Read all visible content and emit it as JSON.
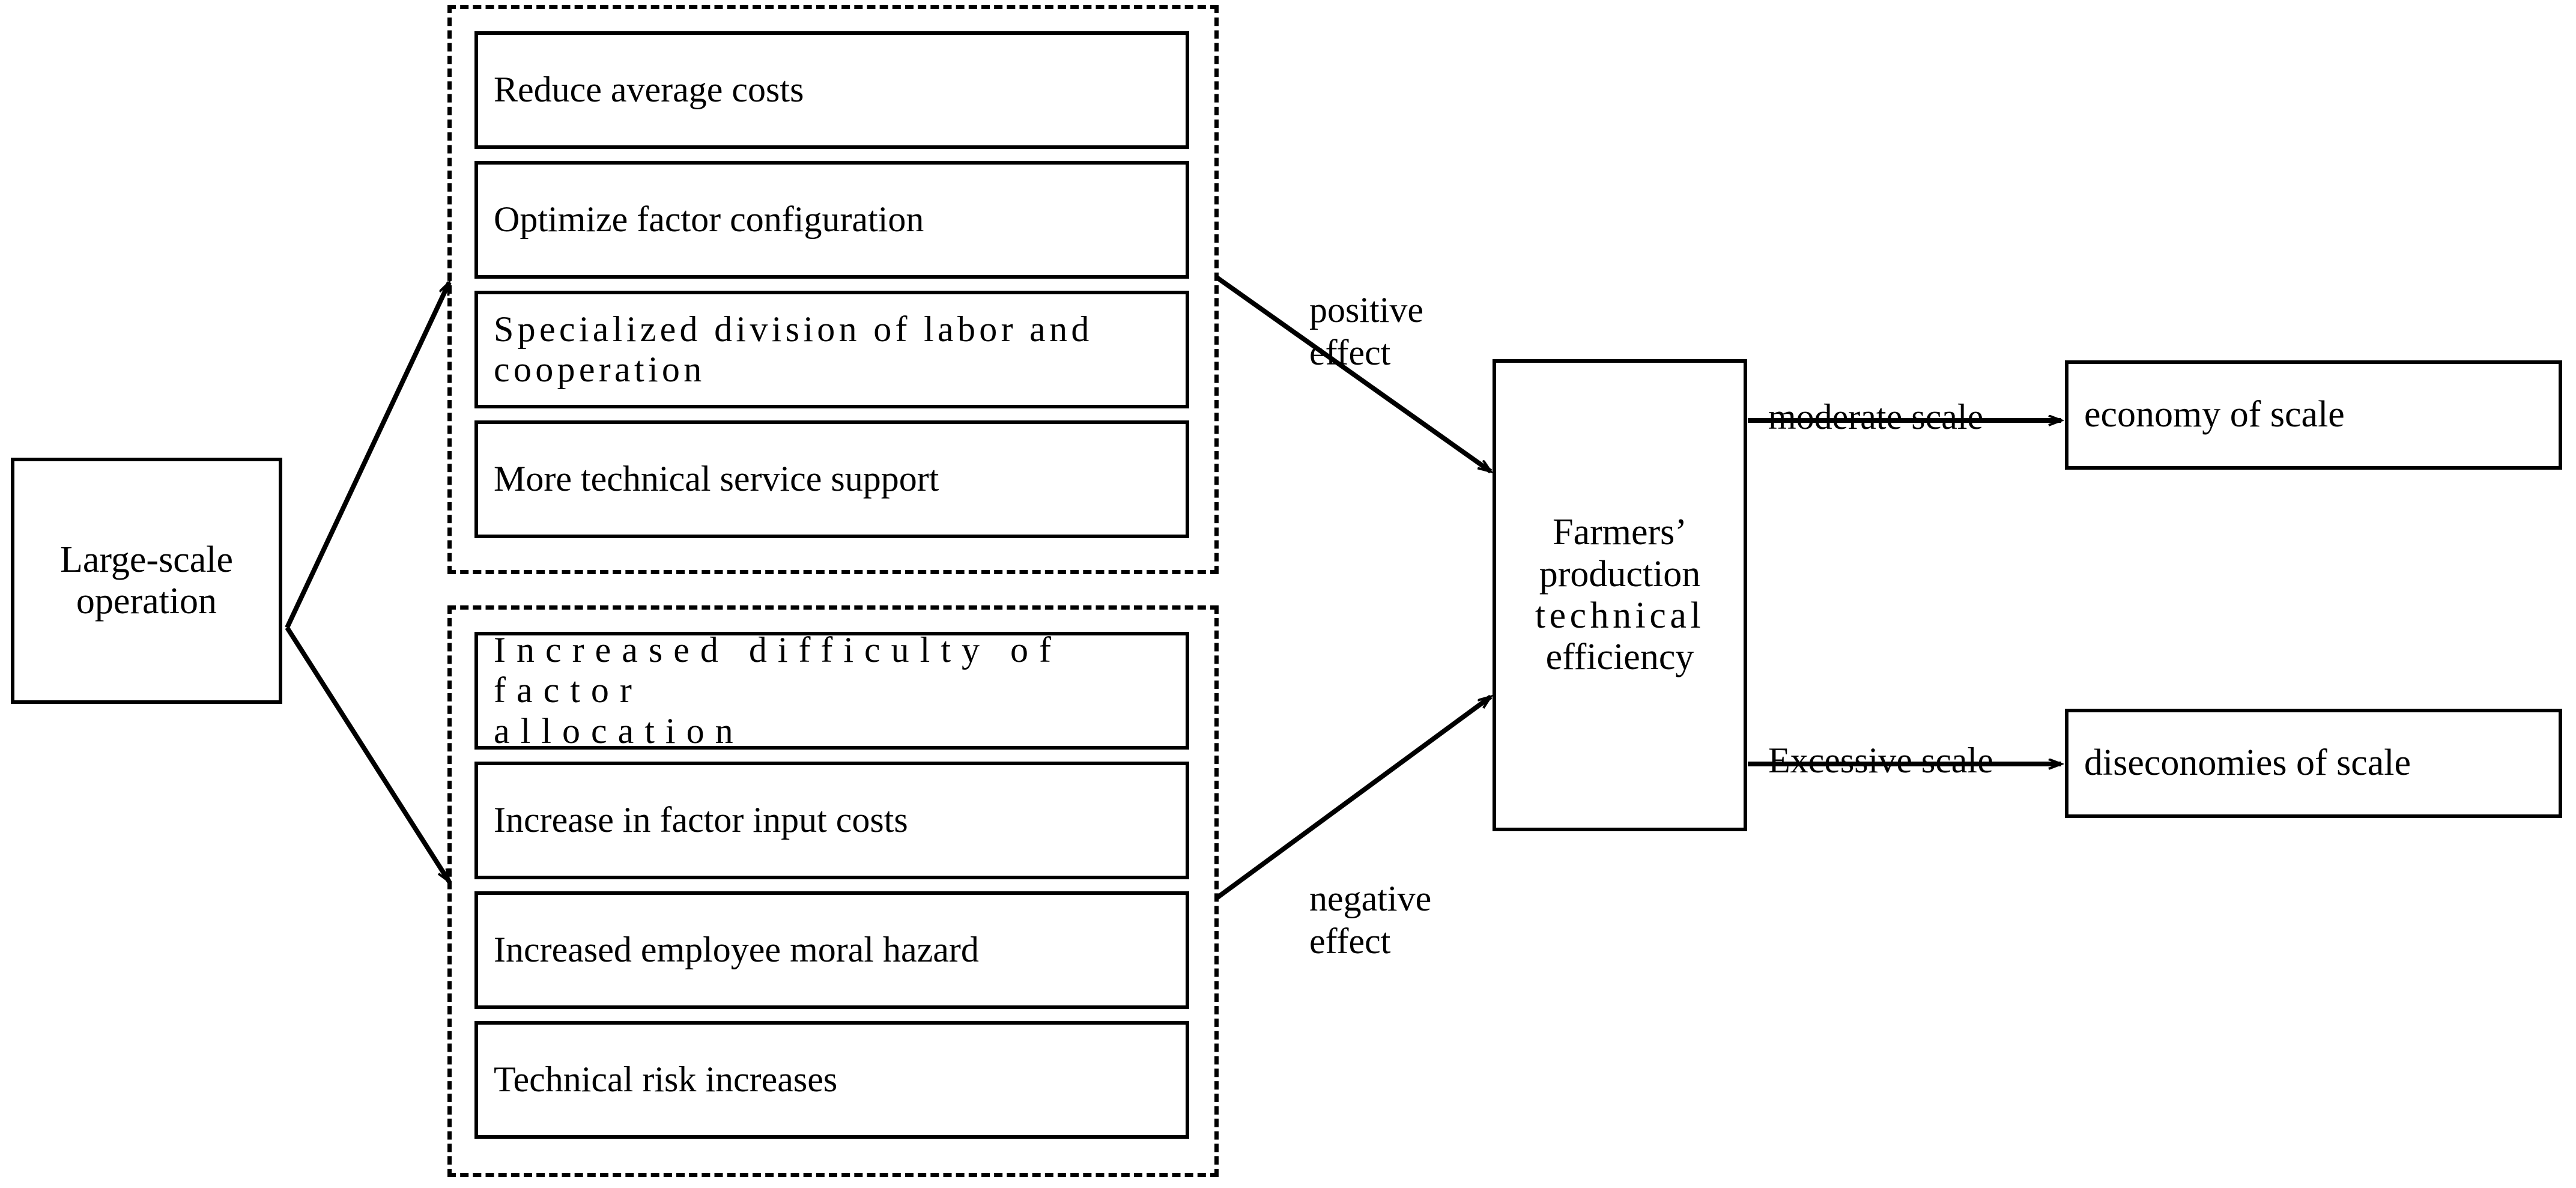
{
  "diagram": {
    "title": "Mechanism of large-scale operation on farmers' production technical efficiency",
    "root": {
      "label": "Large-scale\noperation"
    },
    "positive_group": {
      "group_name": "positive-factors-group",
      "items": [
        {
          "label": "Reduce average costs"
        },
        {
          "label": "Optimize factor configuration"
        },
        {
          "label": "Specialized division of labor and\ncooperation"
        },
        {
          "label": "More technical service support"
        }
      ]
    },
    "negative_group": {
      "group_name": "negative-factors-group",
      "items": [
        {
          "label": "Increased difficulty of factor\nallocation"
        },
        {
          "label": "Increase in factor input costs"
        },
        {
          "label": "Increased employee moral hazard"
        },
        {
          "label": "Technical risk increases"
        }
      ]
    },
    "center": {
      "line1": "Farmers’",
      "line2": "production",
      "line3": "technical",
      "line4": "efficiency"
    },
    "outcomes": [
      {
        "label": "economy of scale"
      },
      {
        "label": "diseconomies of scale"
      }
    ],
    "edge_labels": {
      "positive": "positive\neffect",
      "negative": "negative\neffect",
      "moderate": "moderate scale",
      "excessive": "Excessive scale"
    },
    "colors": {
      "stroke": "#000000",
      "background": "#ffffff"
    }
  }
}
